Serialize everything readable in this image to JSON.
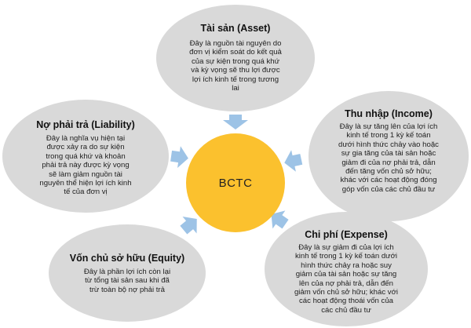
{
  "center": {
    "label": "BCTC"
  },
  "nodes": {
    "asset": {
      "title": "Tài sản (Asset)",
      "description": "Đây là nguồn tài nguyên do đơn vị kiểm soát do kết quả của sự kiện trong quá khứ và kỳ vọng sẽ thu lợi được lợi ích kinh tế trong tương lai"
    },
    "liability": {
      "title": "Nợ phải trả (Liability)",
      "description": "Đây là nghĩa vụ hiện tại được xảy ra do sự kiện trong quá khứ và khoản phải trả này được kỳ vọng sẽ làm giảm nguồn tài nguyên thể hiện lợi ích kinh tế của đơn vị"
    },
    "income": {
      "title": "Thu nhập (Income)",
      "description": "Đây là sự tăng lên của lợi ích kinh tế trong 1 kỳ kế toán dưới hình thức chảy vào hoặc sự gia tăng của tài sản hoặc giảm đi của nợ phải trả, dẫn đến tăng vốn chủ sở hữu; khác với các hoạt động đóng góp vốn của các chủ đầu tư"
    },
    "equity": {
      "title": "Vốn chủ sở hữu (Equity)",
      "description": "Đây là phần lợi ích còn lại từ tổng tài sản sau khi đã trừ toàn bộ nợ phải trả"
    },
    "expense": {
      "title": "Chi phí (Expense)",
      "description": "Đây là sự giảm đi của lợi ích kinh tế trong 1 kỳ kế toán dưới hình thức chảy ra hoặc suy giảm của tài sản hoặc sự tăng lên của nợ phải trả, dẫn đến giảm vốn chủ sở hữu; khác với các hoạt động thoái vốn của các chủ đầu tư"
    }
  },
  "colors": {
    "center_fill": "#fbc12e",
    "node_fill": "#d9d9d9",
    "arrow_fill": "#9dc3e6"
  }
}
